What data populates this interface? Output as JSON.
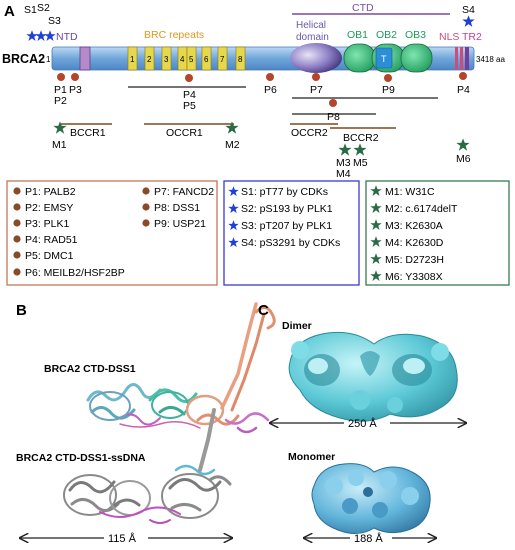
{
  "panels": {
    "a": "A",
    "b": "B",
    "c": "C"
  },
  "gene": {
    "name": "BRCA2",
    "start": "1",
    "end": "3418 aa"
  },
  "domains": {
    "ntd": "NTD",
    "brc_repeats": "BRC repeats",
    "brc_numbers": [
      "1",
      "2",
      "3",
      "4",
      "5",
      "6",
      "7",
      "8"
    ],
    "ctd": "CTD",
    "helical": [
      "Helical",
      "domain"
    ],
    "ob": [
      "OB1",
      "OB2",
      "OB3"
    ],
    "tower": "T",
    "nls": "NLS",
    "tr2": "TR2"
  },
  "sites": [
    "S1",
    "S2",
    "S3",
    "S4"
  ],
  "interactor_labels": [
    "P1",
    "P2",
    "P3",
    "P4",
    "P5",
    "P6",
    "P7",
    "P8",
    "P9",
    "P4"
  ],
  "mutation_labels": [
    "M1",
    "M2",
    "M3",
    "M4",
    "M5",
    "M6"
  ],
  "regions": [
    "BCCR1",
    "OCCR1",
    "OCCR2",
    "BCCR2"
  ],
  "legend_p": {
    "left": [
      "P1: PALB2",
      "P2: EMSY",
      "P3: PLK1",
      "P4: RAD51",
      "P5: DMC1",
      "P6: MEILB2/HSF2BP"
    ],
    "right": [
      "P7: FANCD2",
      "P8: DSS1",
      "P9: USP21"
    ]
  },
  "legend_s": [
    "S1: pT77 by CDKs",
    "S2: pS193 by PLK1",
    "S3: pT207 by PLK1",
    "S4: pS3291 by CDKs"
  ],
  "legend_m": [
    "M1: W31C",
    "M2: c.6174delT",
    "M3: K2630A",
    "M4: K2630D",
    "M5: D2723H",
    "M6: Y3308X"
  ],
  "panel_b": {
    "label1": "BRCA2 CTD-DSS1",
    "label2": "BRCA2 CTD-DSS1-ssDNA",
    "scale": "115 Å"
  },
  "panel_c": {
    "dimer": "Dimer",
    "dimer_scale": "250 Å",
    "monomer": "Monomer",
    "monomer_scale": "188 Å"
  },
  "colors": {
    "bar": "#7fb2e0",
    "brc": "#e6d84a",
    "ob": "#3dbf7f",
    "tower": "#2a8fd6",
    "helical": "#8878c0",
    "interactor": "#b5442a",
    "site": "#1f3fd8",
    "mutation": "#2a6b45",
    "legend_p_border": "#c0785a",
    "legend_s_border": "#3a3ad0",
    "legend_m_border": "#3a7a50",
    "density": "#5fd0dc",
    "nls": "#d24a7a",
    "ctd_line": "#7a4aa0"
  }
}
